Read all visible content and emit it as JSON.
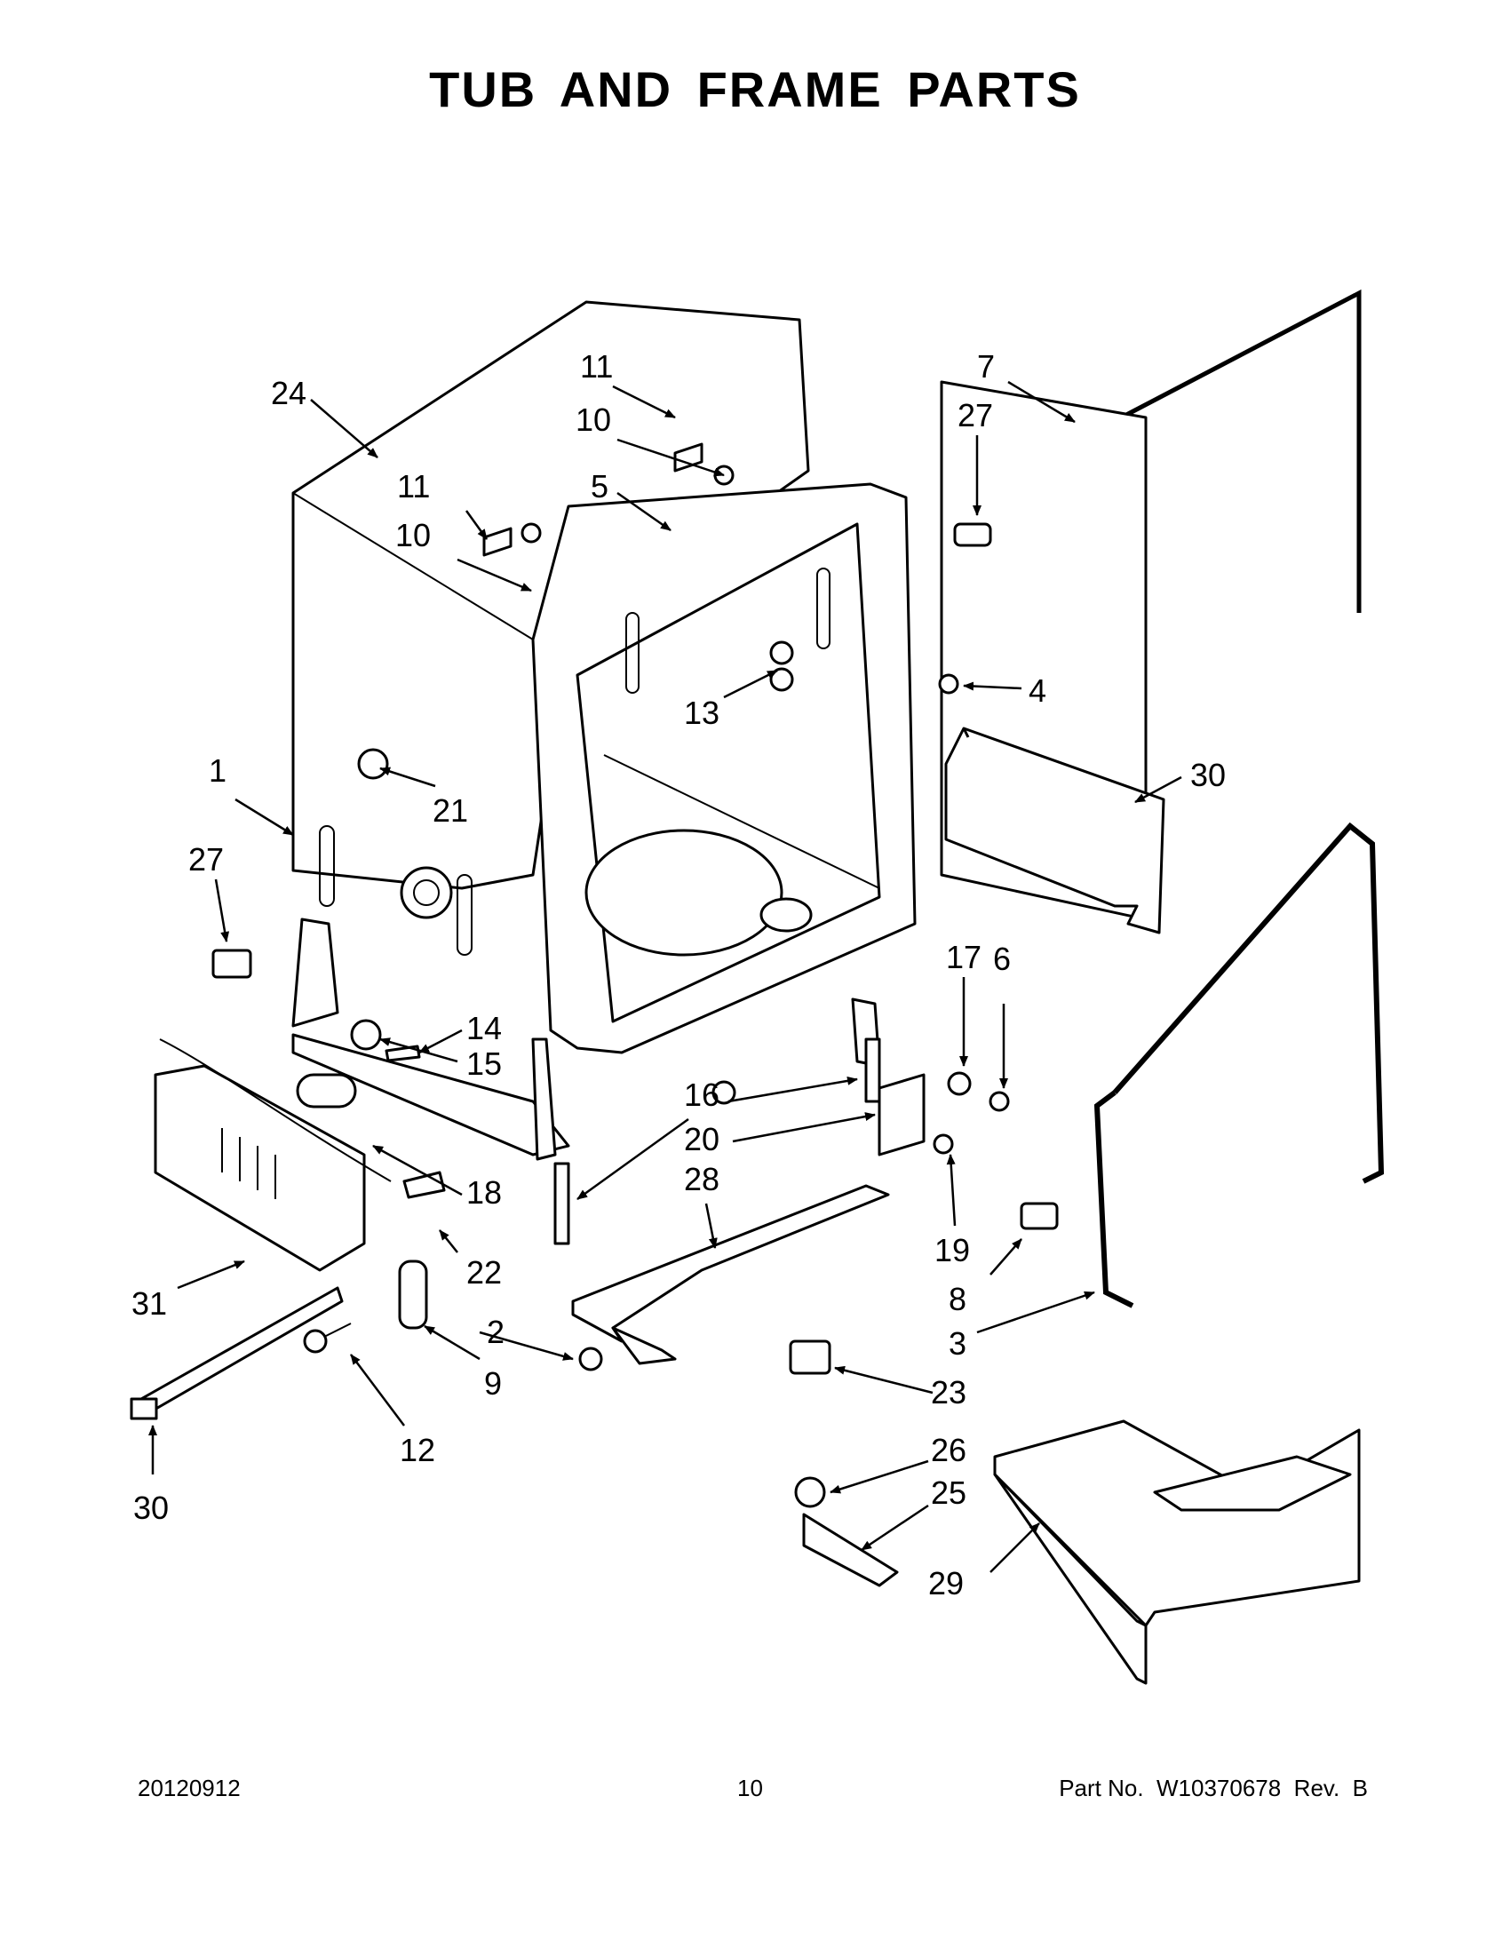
{
  "title": "TUB AND FRAME PARTS",
  "callouts": [
    "1",
    "2",
    "3",
    "4",
    "5",
    "6",
    "7",
    "8",
    "9",
    "10",
    "10",
    "11",
    "11",
    "12",
    "13",
    "14",
    "15",
    "16",
    "17",
    "18",
    "19",
    "20",
    "21",
    "22",
    "23",
    "24",
    "25",
    "26",
    "27",
    "27",
    "28",
    "29",
    "30",
    "30",
    "31"
  ],
  "footer": {
    "date": "20120912",
    "page": "10",
    "part_number": "Part No.  W10370678  Rev.  B"
  }
}
